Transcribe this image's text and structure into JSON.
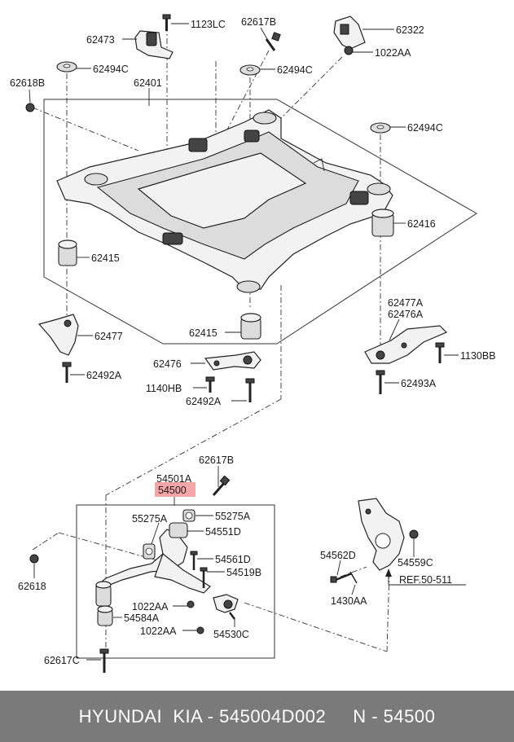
{
  "labels": {
    "p1123LC": "1123LC",
    "p62617B_top": "62617B",
    "p62322": "62322",
    "p62473": "62473",
    "p1022AA_top": "1022AA",
    "p62494C_a": "62494C",
    "p62494C_b": "62494C",
    "p62494C_c": "62494C",
    "p62618B": "62618B",
    "p62401": "62401",
    "p62416": "62416",
    "p62415_a": "62415",
    "p62415_b": "62415",
    "p62477": "62477",
    "p62477A": "62477A",
    "p62476A": "62476A",
    "p62476": "62476",
    "p1130BB": "1130BB",
    "p62492A_a": "62492A",
    "p62492A_b": "62492A",
    "p1140HB": "1140HB",
    "p62493A": "62493A",
    "p62617B_mid": "62617B",
    "p54501A": "54501A",
    "p54500": "54500",
    "p55275A_a": "55275A",
    "p55275A_b": "55275A",
    "p54551D": "54551D",
    "p62618": "62618",
    "p54561D": "54561D",
    "p54519B": "54519B",
    "p1022AA_a": "1022AA",
    "p1022AA_b": "1022AA",
    "p54584A": "54584A",
    "p54530C": "54530C",
    "p62617C": "62617C",
    "p54562D": "54562D",
    "p54559C": "54559C",
    "pREF": "REF.50-511",
    "p1430AA": "1430AA"
  },
  "footer": {
    "text": "HYUNDAI  KIA - 545004D002     N - 54500"
  },
  "colors": {
    "highlight": "#f4a6a6",
    "footer_bg": "#7a7a7a"
  }
}
